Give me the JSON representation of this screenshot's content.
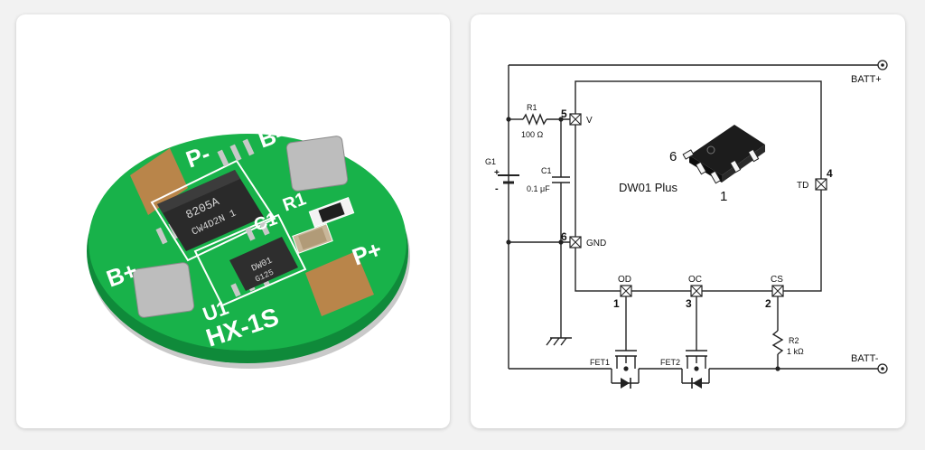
{
  "pcb": {
    "silk_p_minus": "P-",
    "silk_b_minus": "B-",
    "silk_b_plus": "B+",
    "silk_p_plus": "P+",
    "silk_u1": "U1",
    "silk_r1": "R1",
    "silk_c1": "C1",
    "silk_model": "HX-1S",
    "chip1_line1": "8205A",
    "chip1_line2": "CW4D2N 1",
    "chip2_line1": "DW01",
    "chip2_line2": "G125"
  },
  "schematic": {
    "batt_plus": "BATT+",
    "batt_minus": "BATT-",
    "r1_name": "R1",
    "r1_value": "100 Ω",
    "c1_name": "C1",
    "c1_value": "0.1 μF",
    "g1_name": "G1",
    "g1_plus": "+",
    "g1_minus": "-",
    "pin5_num": "5",
    "pin5_name": "V",
    "pin6_num": "6",
    "pin6_name": "GND",
    "pin4_num": "4",
    "pin4_name": "TD",
    "pin1_num": "1",
    "pin1_name": "OD",
    "pin3_num": "3",
    "pin3_name": "OC",
    "pin2_num": "2",
    "pin2_name": "CS",
    "ic_label": "DW01 Plus",
    "pkg_pin6": "6",
    "pkg_pin1": "1",
    "r2_name": "R2",
    "r2_value": "1 kΩ",
    "fet1_name": "FET1",
    "fet2_name": "FET2"
  }
}
